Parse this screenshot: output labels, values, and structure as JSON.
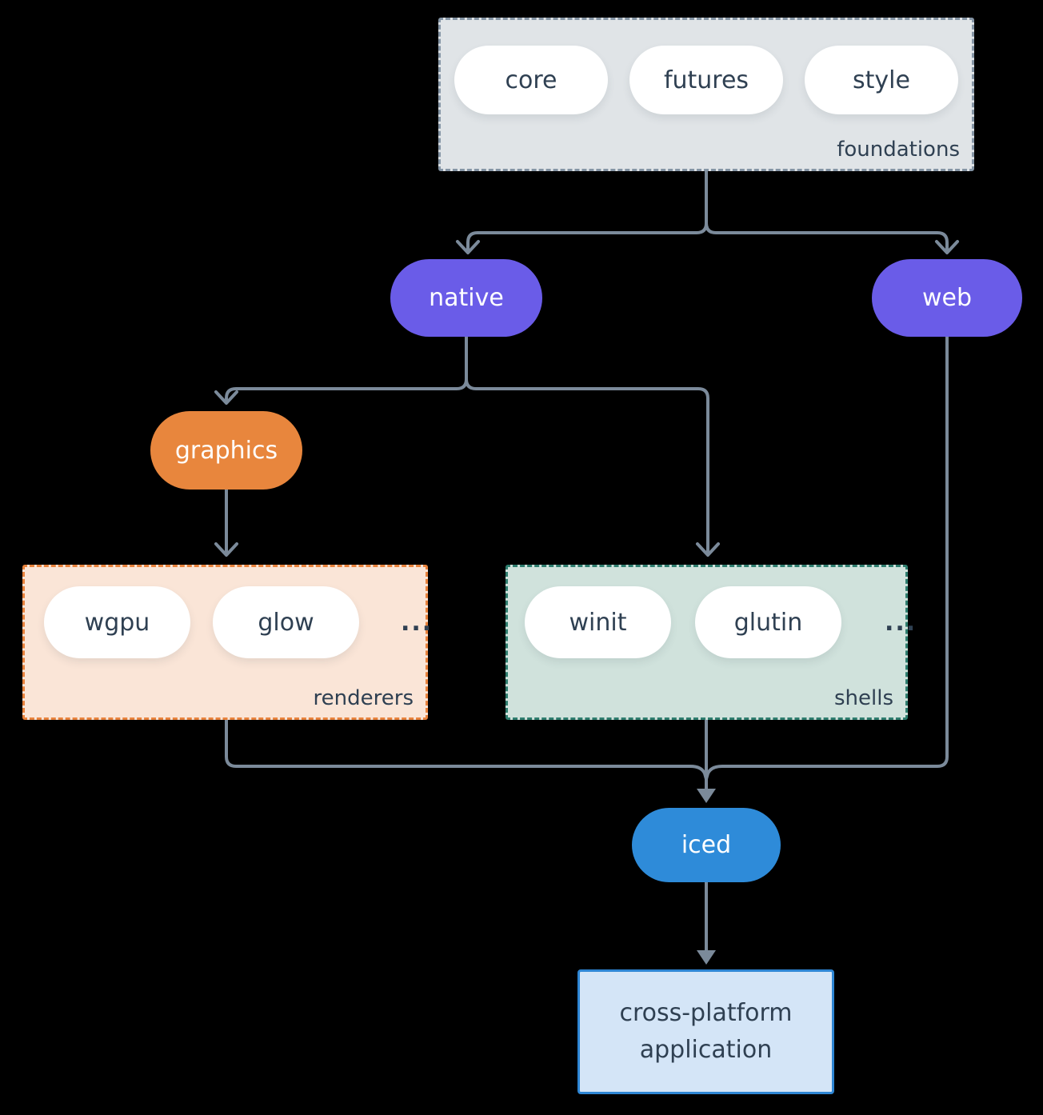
{
  "foundations": {
    "label": "foundations",
    "items": [
      "core",
      "futures",
      "style"
    ]
  },
  "native": {
    "label": "native"
  },
  "web": {
    "label": "web"
  },
  "graphics": {
    "label": "graphics"
  },
  "renderers": {
    "label": "renderers",
    "items": [
      "wgpu",
      "glow"
    ],
    "ellipsis": "..."
  },
  "shells": {
    "label": "shells",
    "items": [
      "winit",
      "glutin"
    ],
    "ellipsis": "..."
  },
  "iced": {
    "label": "iced"
  },
  "application": {
    "label": "cross-platform application"
  },
  "colors": {
    "background": "#000000",
    "arrow": "#7b8a9a",
    "text_dark": "#2f4052",
    "purple_pill": "#6a5ce8",
    "orange_pill": "#e8863d",
    "blue_pill": "#2e8bd9",
    "foundations_bg": "#e0e4e7",
    "foundations_border": "#8595a5",
    "renderers_bg": "#fae5d7",
    "renderers_border": "#e8823c",
    "shells_bg": "#d0e2dc",
    "shells_border": "#2e7d6e",
    "application_bg": "#d4e5f7",
    "application_border": "#2e86d4"
  }
}
